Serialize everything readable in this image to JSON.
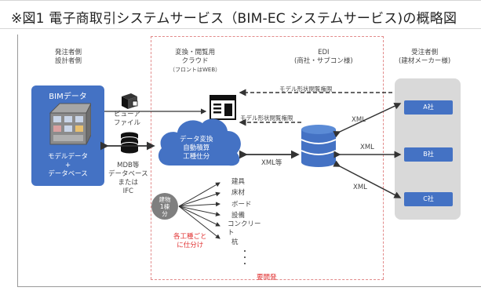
{
  "header": {
    "title": "※図1  電子商取引システムサービス（BIM-EC システムサービス)の概略図"
  },
  "left": {
    "heading_line1": "発注者側",
    "heading_line2": "設計者側",
    "bim_title": "BIMデータ",
    "bim_sub_line1": "モデルデータ",
    "bim_sub_line2": "+",
    "bim_sub_line3": "データベース",
    "viewer_line1": "ビューア",
    "viewer_line2": "ファイル",
    "mdb_line1": "MDB等",
    "mdb_line2": "データベース",
    "mdb_line3": "または",
    "mdb_line4": "IFC"
  },
  "cloud": {
    "heading_line1": "変換・閲覧用",
    "heading_line2": "クラウド",
    "heading_line3": "（フロントはWEB）",
    "body_line1": "データ変換",
    "body_line2": "自動積算",
    "body_line3": "工種仕分",
    "xml_label": "XML等",
    "unit_line1": "建物",
    "unit_line2": "1棟",
    "unit_line3": "分",
    "sort_line1": "各工種ごと",
    "sort_line2": "に仕分け",
    "items": [
      "建具",
      "床材",
      "ボード",
      "設備",
      "コンクリー",
      "ト",
      "杭"
    ],
    "dev_label": "要開発"
  },
  "edi": {
    "heading_line1": "EDI",
    "heading_line2": "(商社・サブコン様)",
    "perm1": "モデル形状閲覧権限",
    "perm2": "モデル形状閲覧権限"
  },
  "right": {
    "heading_line1": "受注者側",
    "heading_line2": "(建材メーカー様)",
    "companies": [
      "A社",
      "B社",
      "C社"
    ],
    "xml": "XML"
  }
}
